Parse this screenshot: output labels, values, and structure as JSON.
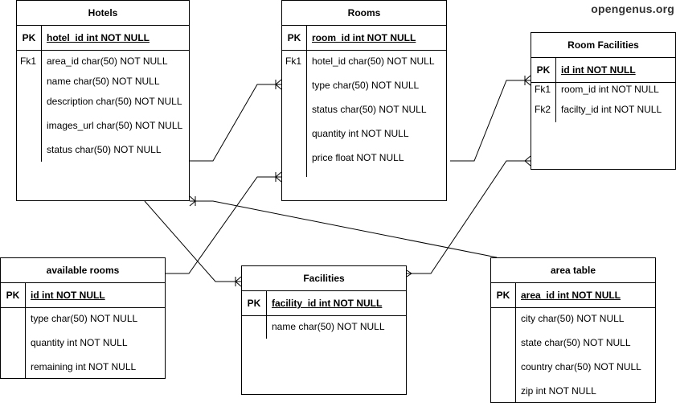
{
  "logo": "opengenus.org",
  "tables": {
    "hotels": {
      "title": "Hotels",
      "pk_key": "PK",
      "pk_field": "hotel_id int NOT NULL",
      "fk1": "Fk1",
      "fields": [
        "area_id char(50) NOT NULL",
        "name char(50) NOT NULL",
        "description char(50) NOT NULL",
        "images_url char(50) NOT NULL",
        "status char(50) NOT NULL"
      ]
    },
    "rooms": {
      "title": "Rooms",
      "pk_key": "PK",
      "pk_field": "room_id int NOT NULL",
      "fk1": "Fk1",
      "fields": [
        "hotel_id char(50) NOT NULL",
        "type char(50) NOT NULL",
        "status char(50) NOT NULL",
        "quantity int NOT NULL",
        "price float NOT NULL"
      ]
    },
    "room_facilities": {
      "title": "Room Facilities",
      "pk_key": "PK",
      "pk_field": "id int NOT NULL",
      "fk1": "Fk1",
      "fk2": "Fk2",
      "fields": [
        "room_id int NOT NULL",
        "facilty_id int NOT NULL"
      ]
    },
    "available_rooms": {
      "title": "available rooms",
      "pk_key": "PK",
      "pk_field": "id int NOT NULL",
      "fields": [
        "type char(50) NOT NULL",
        "quantity int NOT NULL",
        "remaining int NOT NULL"
      ]
    },
    "facilities": {
      "title": "Facilities",
      "pk_key": "PK",
      "pk_field": "facility_id int NOT NULL",
      "fields": [
        "name char(50) NOT NULL"
      ]
    },
    "area_table": {
      "title": "area table",
      "pk_key": "PK",
      "pk_field": "area_id int NOT NULL",
      "fields": [
        "city char(50) NOT NULL",
        "state char(50) NOT NULL",
        "country char(50) NOT NULL",
        "zip int NOT NULL"
      ]
    }
  }
}
